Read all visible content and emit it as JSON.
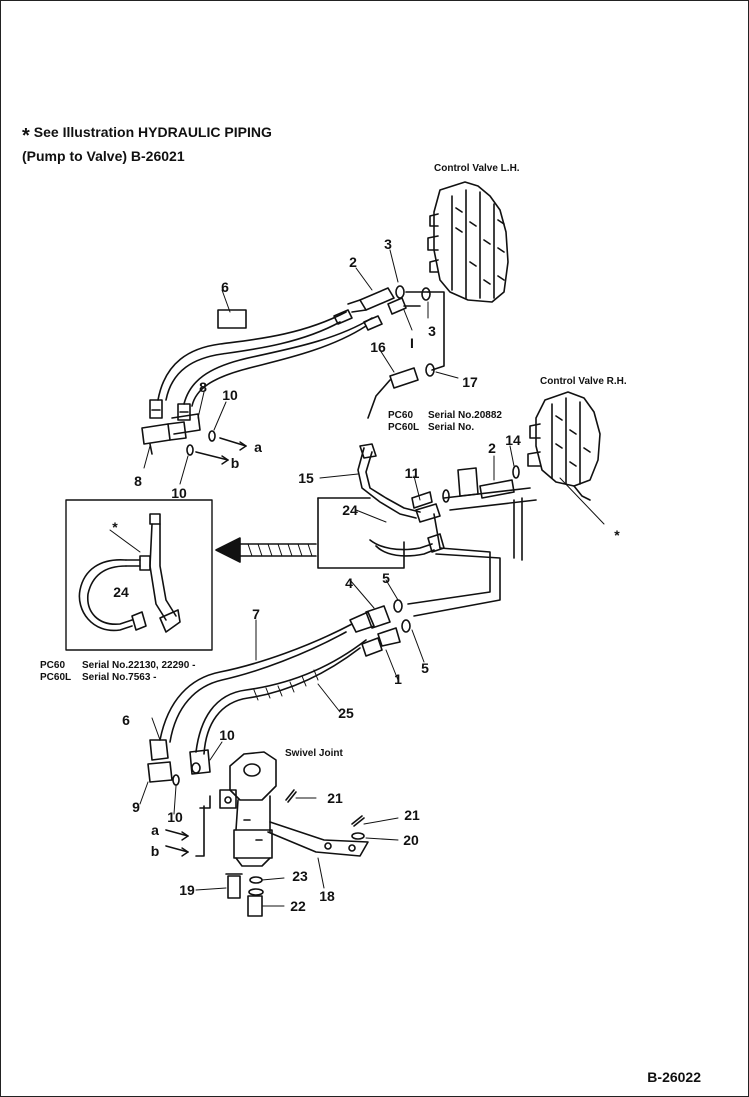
{
  "header": {
    "star": "*",
    "line1": "See Illustration HYDRAULIC PIPING",
    "line2": "(Pump to Valve) B-26021"
  },
  "labels": {
    "control_valve_lh": "Control Valve L.H.",
    "control_valve_rh": "Control Valve R.H.",
    "swivel_joint": "Swivel Joint"
  },
  "serial_notes": {
    "upper": {
      "model1": "PC60",
      "serial1": "Serial No.20882",
      "model2": "PC60L",
      "serial2": "Serial No."
    },
    "lower": {
      "model1": "PC60",
      "serial1": "Serial No.22130, 22290 -",
      "model2": "PC60L",
      "serial2": "Serial No.7563 -"
    }
  },
  "callouts": {
    "n1": "1",
    "n2": "2",
    "n3": "3",
    "n4": "4",
    "n5": "5",
    "n6": "6",
    "n7": "7",
    "n8": "8",
    "n9": "9",
    "n10": "10",
    "n11": "11",
    "n14": "14",
    "n15": "15",
    "n16": "16",
    "n17": "17",
    "n18": "18",
    "n19": "19",
    "n20": "20",
    "n21": "21",
    "n22": "22",
    "n23": "23",
    "n24": "24",
    "n25": "25",
    "a": "a",
    "b": "b",
    "star": "*",
    "roman1": "I"
  },
  "reference": "B-26022"
}
